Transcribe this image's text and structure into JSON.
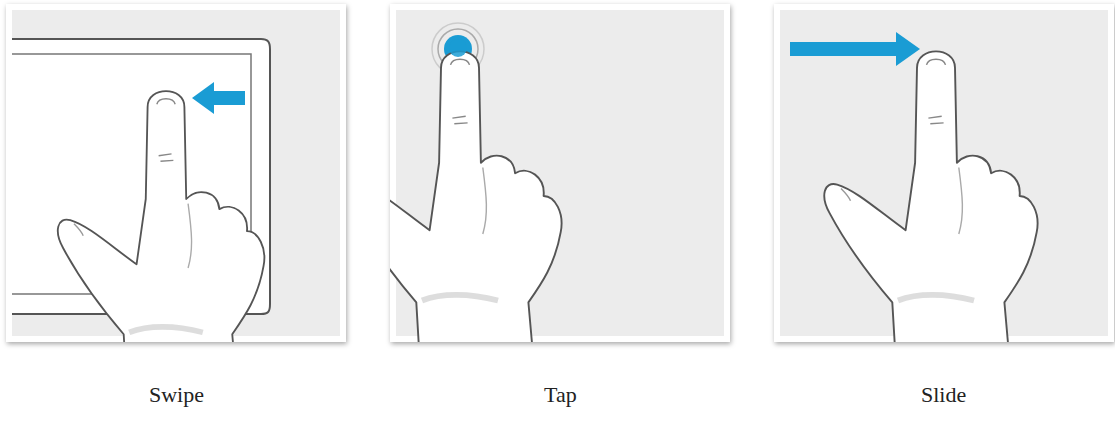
{
  "diagram": {
    "labels": [
      "Swipe",
      "Tap",
      "Slide"
    ]
  }
}
